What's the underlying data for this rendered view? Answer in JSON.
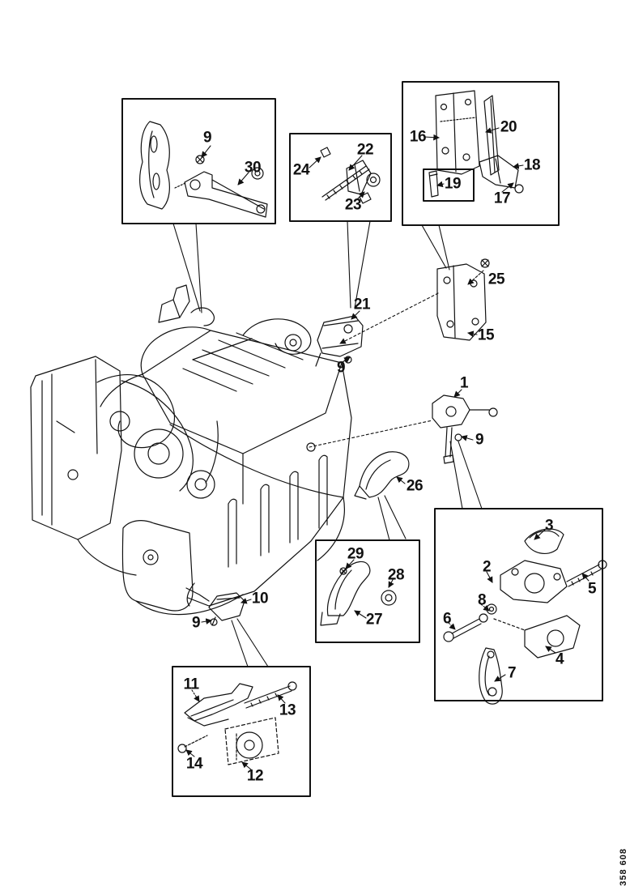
{
  "colors": {
    "ink": "#111111",
    "background": "#ffffff"
  },
  "doc_number": "358 608",
  "callouts": [
    "9",
    "30",
    "22",
    "24",
    "23",
    "16",
    "20",
    "19",
    "18",
    "17",
    "25",
    "15",
    "21",
    "9",
    "1",
    "9",
    "26",
    "29",
    "28",
    "27",
    "3",
    "2",
    "5",
    "8",
    "6",
    "4",
    "7",
    "10",
    "9",
    "11",
    "13",
    "14",
    "12"
  ]
}
